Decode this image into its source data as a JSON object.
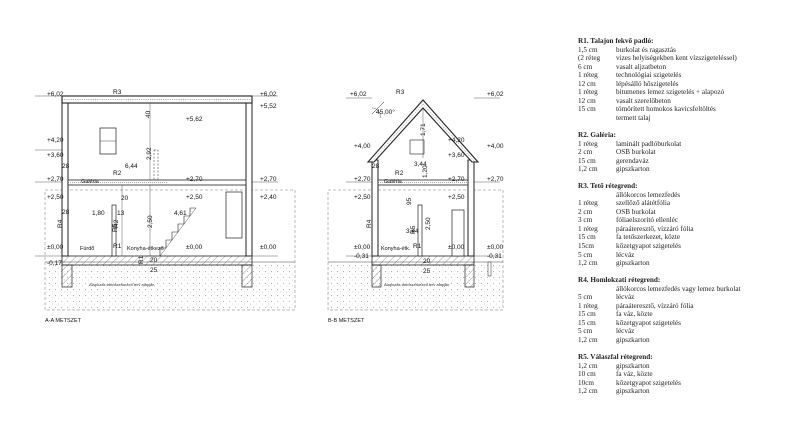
{
  "section_aa": {
    "title": "A-A METSZET",
    "levels": [
      "+6,02",
      "+6,02",
      "+5,52",
      "+5,62",
      "+4,20",
      "+3,60",
      "+2,70",
      "+2,70",
      "+2,70",
      "+2,50",
      "+2,50",
      "+2,40",
      "±0,00",
      "±0,00",
      "±0,00",
      "-0,17"
    ],
    "dims": [
      "40",
      "2,92",
      "28",
      "6,44",
      "28",
      "20",
      "1,80",
      "13",
      "2,50",
      "4,61",
      "20",
      "25",
      "R3",
      "R2",
      "R1",
      "R4",
      "R2",
      "R1",
      "R5"
    ],
    "rooms": [
      "Galéria",
      "Fürdő",
      "Konyha-étkező"
    ],
    "note": "Alapozás tartószerkezeti terv alapján"
  },
  "section_bb": {
    "title": "B-B METSZET",
    "levels": [
      "+6,02",
      "+6,02",
      "+4,00",
      "+4,20",
      "+3,60",
      "+4,00",
      "+2,70",
      "+2,70",
      "+2,70",
      "+2,50",
      "+2,50",
      "±0,00",
      "±0,00",
      "±0,00",
      "-0,31",
      "-0,31"
    ],
    "dims": [
      "45,00°",
      "1,71",
      "3,44",
      "28",
      "1,20",
      "95",
      "2,50",
      "3,44",
      "20",
      "25",
      "R3",
      "R2",
      "R5",
      "R4",
      "R1"
    ],
    "rooms": [
      "Galéria",
      "Konyha-étk."
    ],
    "note": "Alapozás tartószerkezeti terv alapján"
  },
  "legend": [
    {
      "title": "R1. Talajon fekvő padló:",
      "rows": [
        [
          "1,5 cm",
          "burkolat és ragasztás"
        ],
        [
          "(2 réteg",
          "vizes helyiségekben kent vízszigeteléssel)"
        ],
        [
          "6 cm",
          "vasalt aljzatbeton"
        ],
        [
          "1 réteg",
          "technológiai szigetelés"
        ],
        [
          "12 cm",
          "lépésálló hőszigetelés"
        ],
        [
          "1 réteg",
          "bitumenes lemez szigetelés + alapozó"
        ],
        [
          "12 cm",
          "vasalt szerelőbeton"
        ],
        [
          "15 cm",
          "tömörített homokos kavicsfeltöltés"
        ],
        [
          "",
          "termett talaj"
        ]
      ]
    },
    {
      "title": "R2. Galéria:",
      "rows": [
        [
          "1 réteg",
          "laminált padlóburkolat"
        ],
        [
          "2 cm",
          "OSB burkolat"
        ],
        [
          "15 cm",
          "gerendaváz"
        ],
        [
          "1,2 cm",
          "gipszkarton"
        ]
      ]
    },
    {
      "title": "R3. Tető rétegrend:",
      "rows": [
        [
          "",
          "állókorcos lemezfedés"
        ],
        [
          "1 réteg",
          "szellőző alátétfólia"
        ],
        [
          "2 cm",
          "OSB burkolat"
        ],
        [
          "3 cm",
          "fóliaelszorító ellenléc"
        ],
        [
          "1 réteg",
          "páraáteresztő, vízzáró fólia"
        ],
        [
          "15 cm",
          "fa tetőszerkezet, közte"
        ],
        [
          "15cm",
          "kőzetgyapot szigetelés"
        ],
        [
          "5 cm",
          "lécváz"
        ],
        [
          "1,2 cm",
          "gipszkarton"
        ]
      ]
    },
    {
      "title": "R4. Homlokzati rétegrend:",
      "rows": [
        [
          "",
          "állókorcos lemezfedés vagy lemez burkolat"
        ],
        [
          "5 cm",
          "lécváz"
        ],
        [
          "1 réteg",
          "páraáteresztő, vízzáró fólia"
        ],
        [
          "15 cm",
          "fa váz, közte"
        ],
        [
          "15 cm",
          "kőzetgyapot szigetelés"
        ],
        [
          "5 cm",
          "lécváz"
        ],
        [
          "1,2 cm",
          "gipszkarton"
        ]
      ]
    },
    {
      "title": "R5. Válaszfal rétegrend:",
      "rows": [
        [
          "1,2 cm",
          "gipszkarton"
        ],
        [
          "10 cm",
          "fa váz, közte"
        ],
        [
          "10cm",
          "kőzetgyapot szigetelés"
        ],
        [
          "1,2 cm",
          "gipszkarton"
        ]
      ]
    }
  ]
}
